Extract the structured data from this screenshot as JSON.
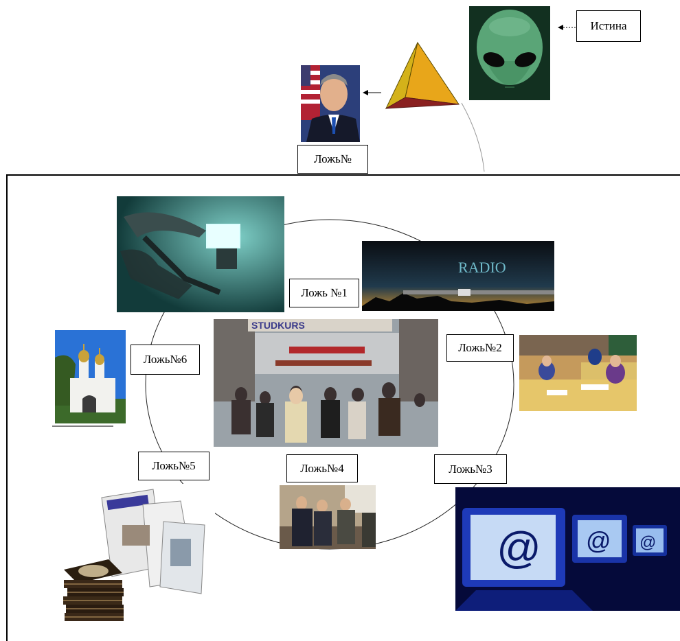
{
  "labels": {
    "truth": "Истина",
    "lie_top": "Ложь№",
    "lie1": "Ложь №1",
    "lie2": "Ложь№2",
    "lie3": "Ложь№3",
    "lie4": "Ложь№4",
    "lie5": "Ложь№5",
    "lie6": "Ложь№6"
  },
  "images": {
    "alien": "alien-face-icon",
    "pyramid": "pyramid-icon",
    "president": "president-portrait-icon",
    "tv_viewer": "tv-viewer-icon",
    "radio": "radio-banner-icon",
    "crowd": "crowd-street-icon",
    "school": "classroom-icon",
    "church": "church-icon",
    "politicians": "politicians-icon",
    "computers": "computer-monitors-icon",
    "press": "newspapers-books-icon"
  },
  "radio_text": "RADIO",
  "crowd_sign": "STUDKURS",
  "at_sign": "@"
}
